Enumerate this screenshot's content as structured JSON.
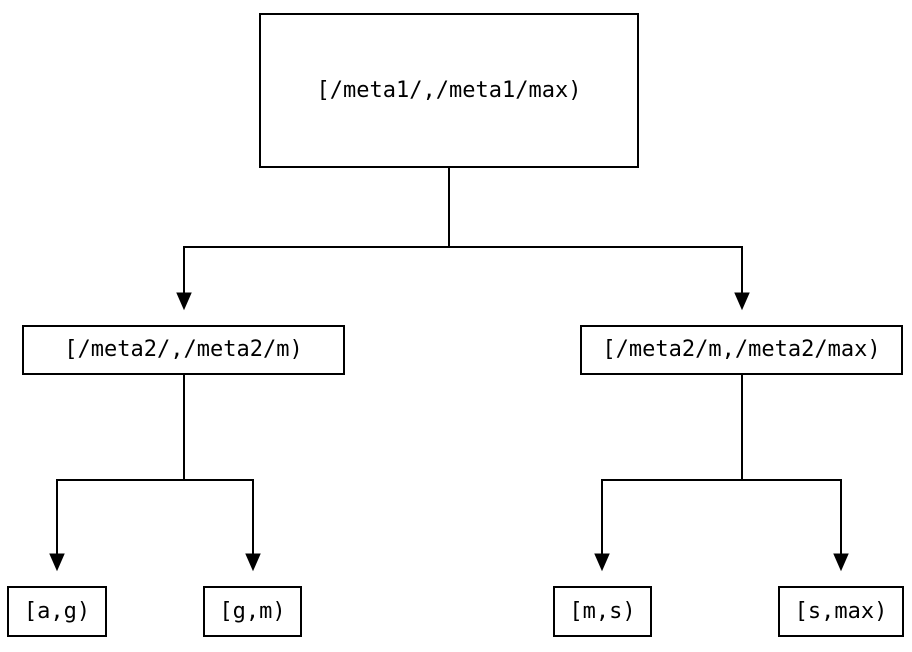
{
  "diagram": {
    "type": "tree",
    "background_color": "#ffffff",
    "stroke_color": "#000000",
    "text_color": "#000000",
    "root": {
      "label": "[/meta1/,/meta1/max)",
      "children": [
        {
          "label": "[/meta2/,/meta2/m)",
          "children": [
            {
              "label": "[a,g)"
            },
            {
              "label": "[g,m)"
            }
          ]
        },
        {
          "label": "[/meta2/m,/meta2/max)",
          "children": [
            {
              "label": "[m,s)"
            },
            {
              "label": "[s,max)"
            }
          ]
        }
      ]
    }
  }
}
